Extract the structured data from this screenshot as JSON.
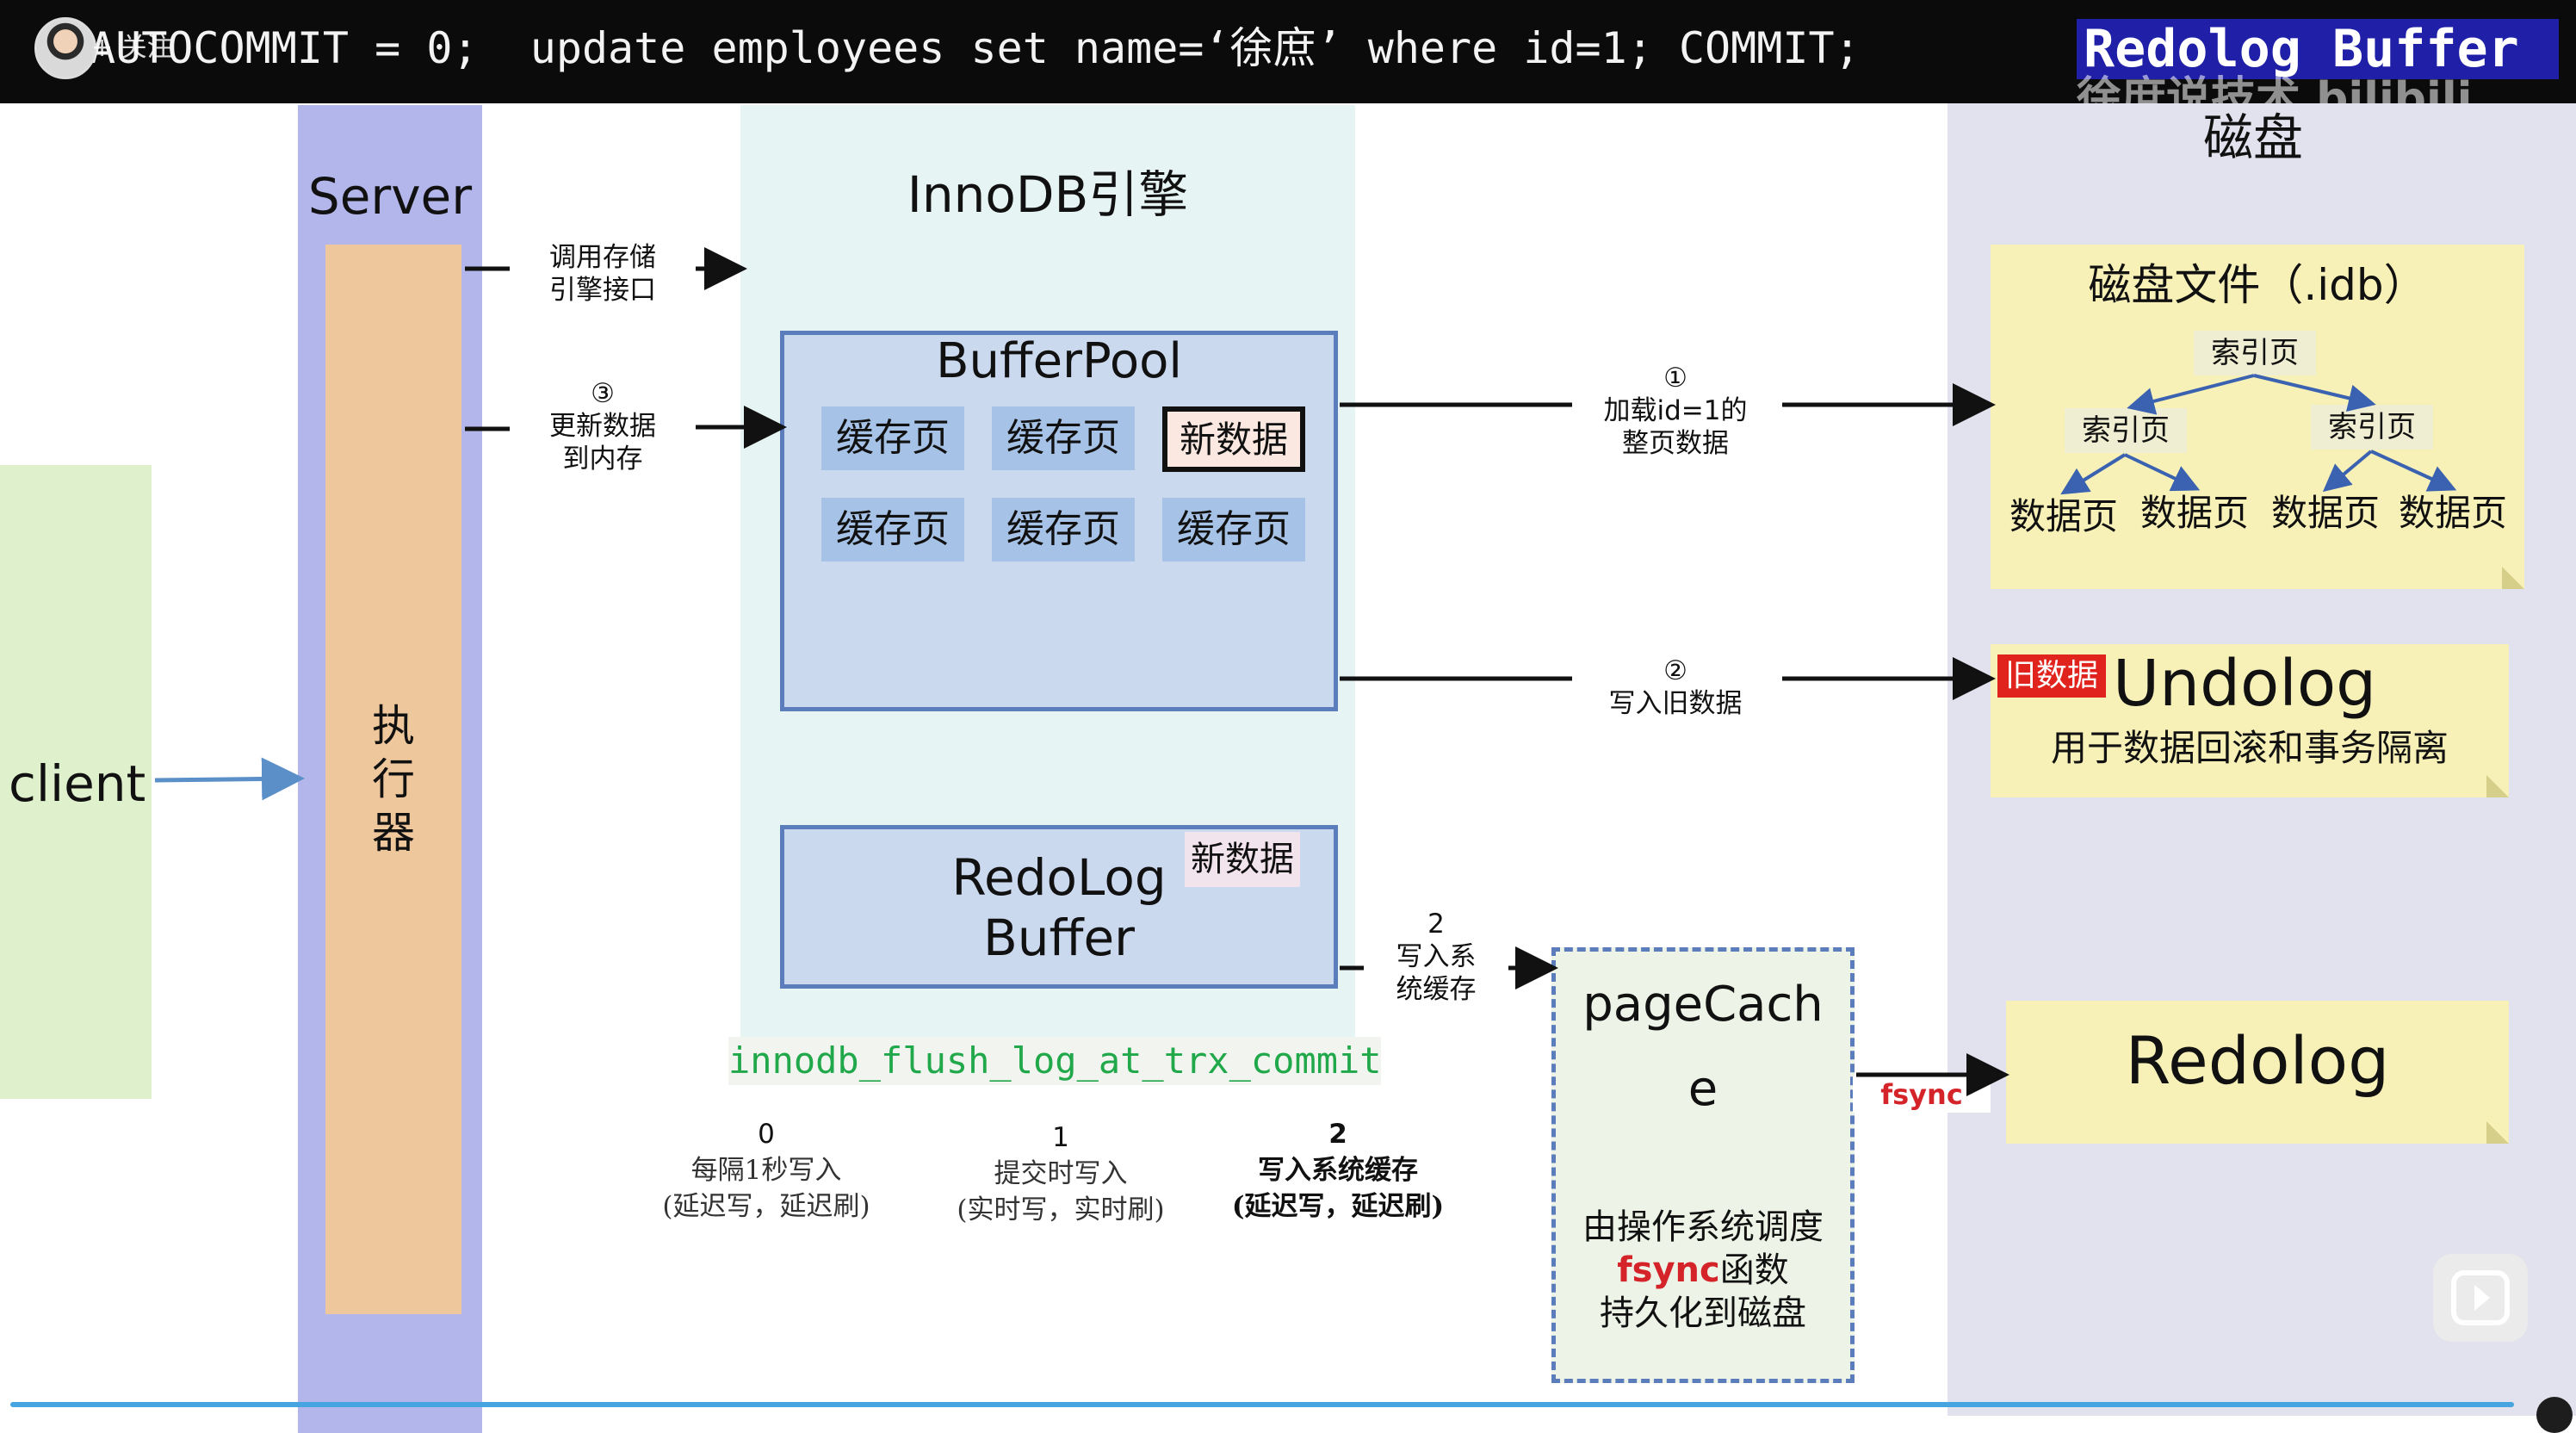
{
  "top_bar": {
    "sql": "AUTOCOMMIT = 0;  update employees set name=‘徐庶’ where id=1; COMMIT;",
    "follow": "+ 关注",
    "title": "Redolog Buffer",
    "watermark": "徐庶说技术 bilibili"
  },
  "client": {
    "label": "client"
  },
  "server": {
    "label": "Server",
    "executor": "执\n行\n器"
  },
  "innodb": {
    "label": "InnoDB引擎",
    "bufferpool": {
      "title": "BufferPool",
      "pages": [
        "缓存页",
        "缓存页",
        "缓存页",
        "缓存页",
        "缓存页"
      ],
      "new_data": "新数据"
    },
    "redolog_buffer": {
      "label": "RedoLog\nBuffer",
      "new_data": "新数据"
    },
    "flush_param": "innodb_flush_log_at_trx_commit",
    "options": [
      {
        "value": "0",
        "line1": "每隔1秒写入",
        "line2": "(延迟写，延迟刷)"
      },
      {
        "value": "1",
        "line1": "提交时写入",
        "line2": "(实时写，实时刷)"
      },
      {
        "value": "2",
        "line1": "写入系统缓存",
        "line2": "(延迟写，延迟刷)"
      }
    ]
  },
  "annotations": {
    "call_engine": "调用存储\n引擎接口",
    "update_memory": "③\n更新数据\n到内存",
    "load_page": "①\n加载id=1的\n整页数据",
    "write_old": "②\n写入旧数据",
    "write_system_cache": "2\n写入系\n统缓存",
    "fsync": "fsync"
  },
  "page_cache": {
    "title": "pageCach\ne",
    "desc_line1": "由操作系统调度",
    "desc_fsync": "fsync",
    "desc_fn": "函数",
    "desc_line3": "持久化到磁盘"
  },
  "disk": {
    "label": "磁盘",
    "idb": {
      "title": "磁盘文件（.idb）",
      "root": "索引页",
      "index_pages": [
        "索引页",
        "索引页"
      ],
      "data_pages": [
        "数据页",
        "数据页",
        "数据页",
        "数据页"
      ]
    },
    "undolog": {
      "badge": "旧数据",
      "title": "Undolog",
      "desc": "用于数据回滚和事务隔离"
    },
    "redolog": {
      "title": "Redolog"
    }
  },
  "colors": {
    "server": "#b3b6ea",
    "executor": "#eec79c",
    "innodb": "#e6f4f3",
    "disk": "#e2e2ee",
    "buffer_box": "#cbd9ef",
    "cache_page": "#a6c2e6",
    "sticky_note": "#f7f1b8",
    "flush_param_text": "#20a84a",
    "fsync": "#d5232a"
  }
}
